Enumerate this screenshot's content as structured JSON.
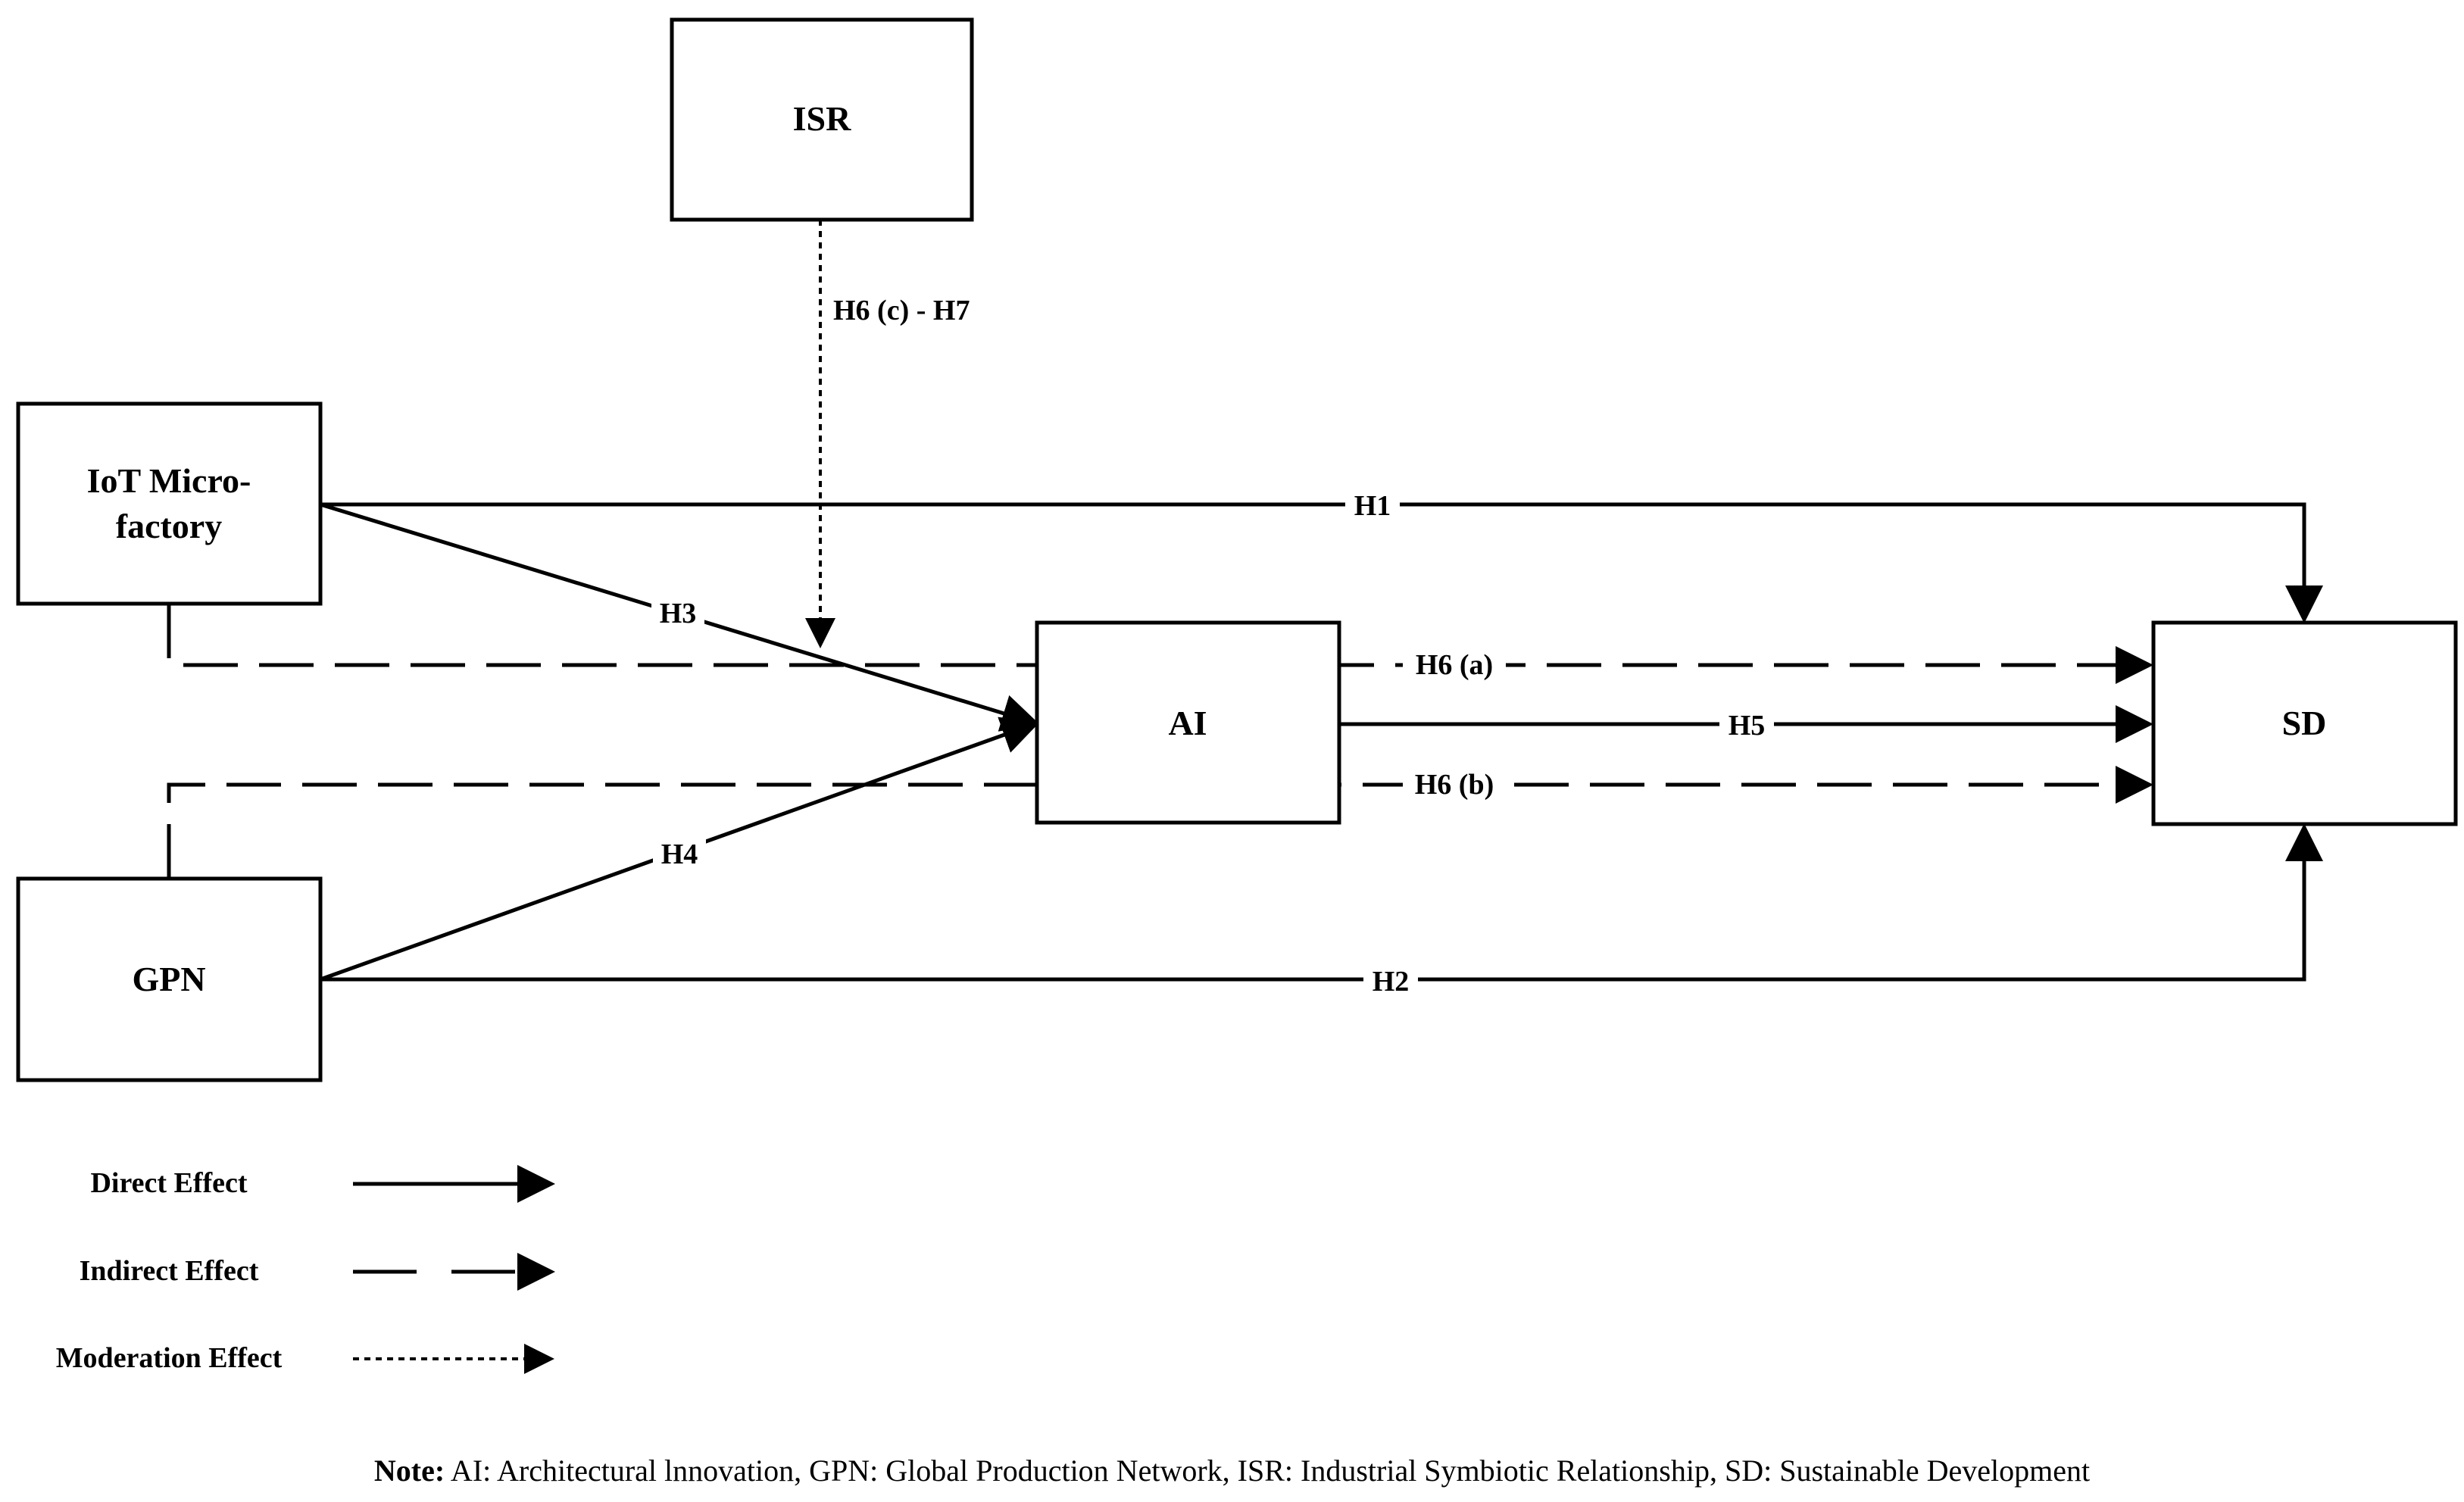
{
  "nodes": {
    "isr": "ISR",
    "iot_line1": "IoT Micro-",
    "iot_line2": "factory",
    "gpn": "GPN",
    "ai": "AI",
    "sd": "SD"
  },
  "edges": {
    "h1": "H1",
    "h2": "H2",
    "h3": "H3",
    "h4": "H4",
    "h5": "H5",
    "h6a": "H6 (a)",
    "h6b": "H6 (b)",
    "h6c_h7": "H6 (c) - H7"
  },
  "legend": {
    "direct": "Direct Effect",
    "indirect": "Indirect Effect",
    "moderation": "Moderation Effect"
  },
  "note": {
    "label": "Note:",
    "text": " AI: Architectural lnnovation, GPN: Global Production Network, ISR: Industrial Symbiotic Relationship, SD: Sustainable Development"
  }
}
